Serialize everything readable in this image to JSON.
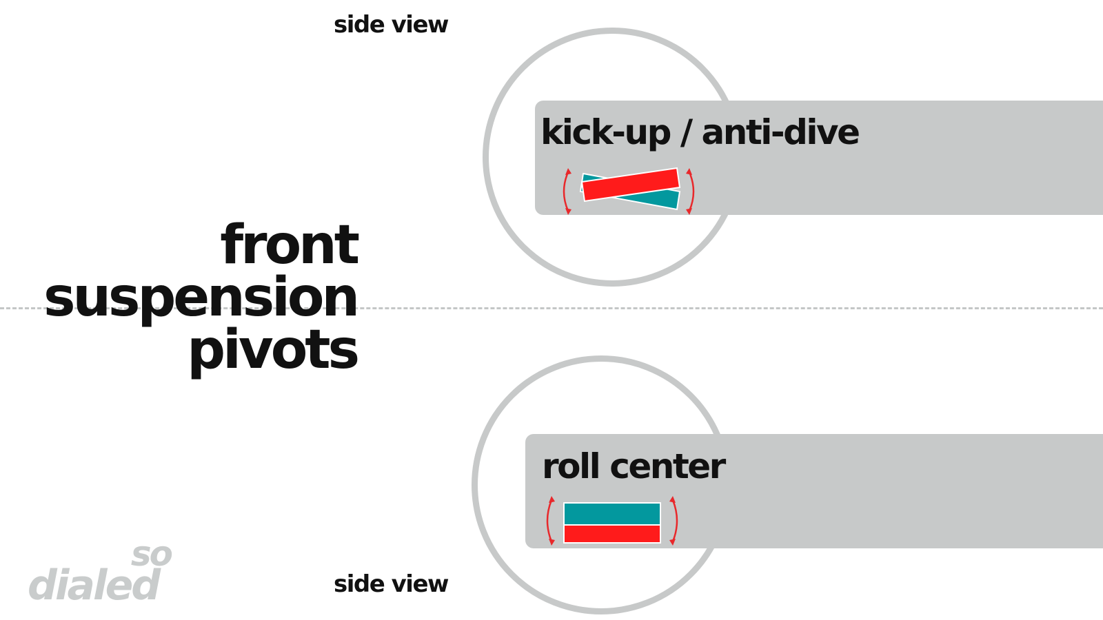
{
  "title": {
    "lines": [
      "front",
      "suspension",
      "pivots"
    ]
  },
  "top_panel": {
    "view_label": "side view",
    "heading": "kick-up / anti-dive"
  },
  "bottom_panel": {
    "view_label": "side view",
    "heading": "roll center"
  },
  "logo": {
    "line1": "so",
    "line2": "dialed"
  },
  "colors": {
    "teal": "#03989e",
    "red": "#ff1b1b",
    "grey": "#c7c9c9",
    "arrow_red": "#e8282b",
    "text": "#111111"
  }
}
